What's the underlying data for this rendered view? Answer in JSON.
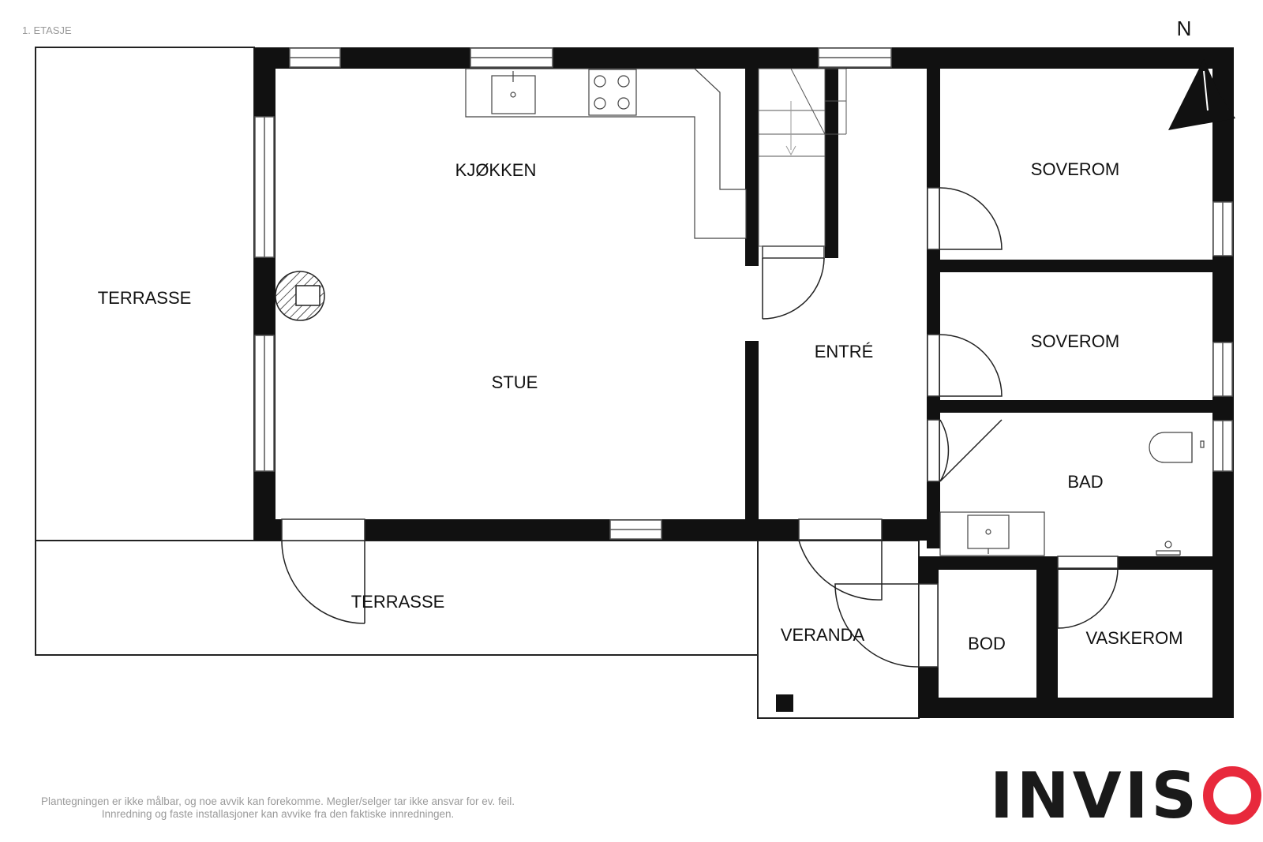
{
  "floor_label": "1. ETASJE",
  "north_label": "N",
  "rooms": {
    "terrace_west": "TERRASSE",
    "kitchen": "KJØKKEN",
    "living": "STUE",
    "entry": "ENTRÉ",
    "bedroom_1": "SOVEROM",
    "bedroom_2": "SOVEROM",
    "bath": "BAD",
    "terrace_south": "TERRASSE",
    "veranda": "VERANDA",
    "storage": "BOD",
    "laundry": "VASKEROM"
  },
  "disclaimer": {
    "line1": "Plantegningen er ikke målbar, og noe avvik kan forekomme. Megler/selger tar ikke ansvar for ev. feil.",
    "line2": "Innredning og faste installasjoner kan avvike fra den faktiske innredningen."
  },
  "logo": {
    "text": "INVIS",
    "last_letter": "O",
    "accent_color": "#e8293c"
  }
}
